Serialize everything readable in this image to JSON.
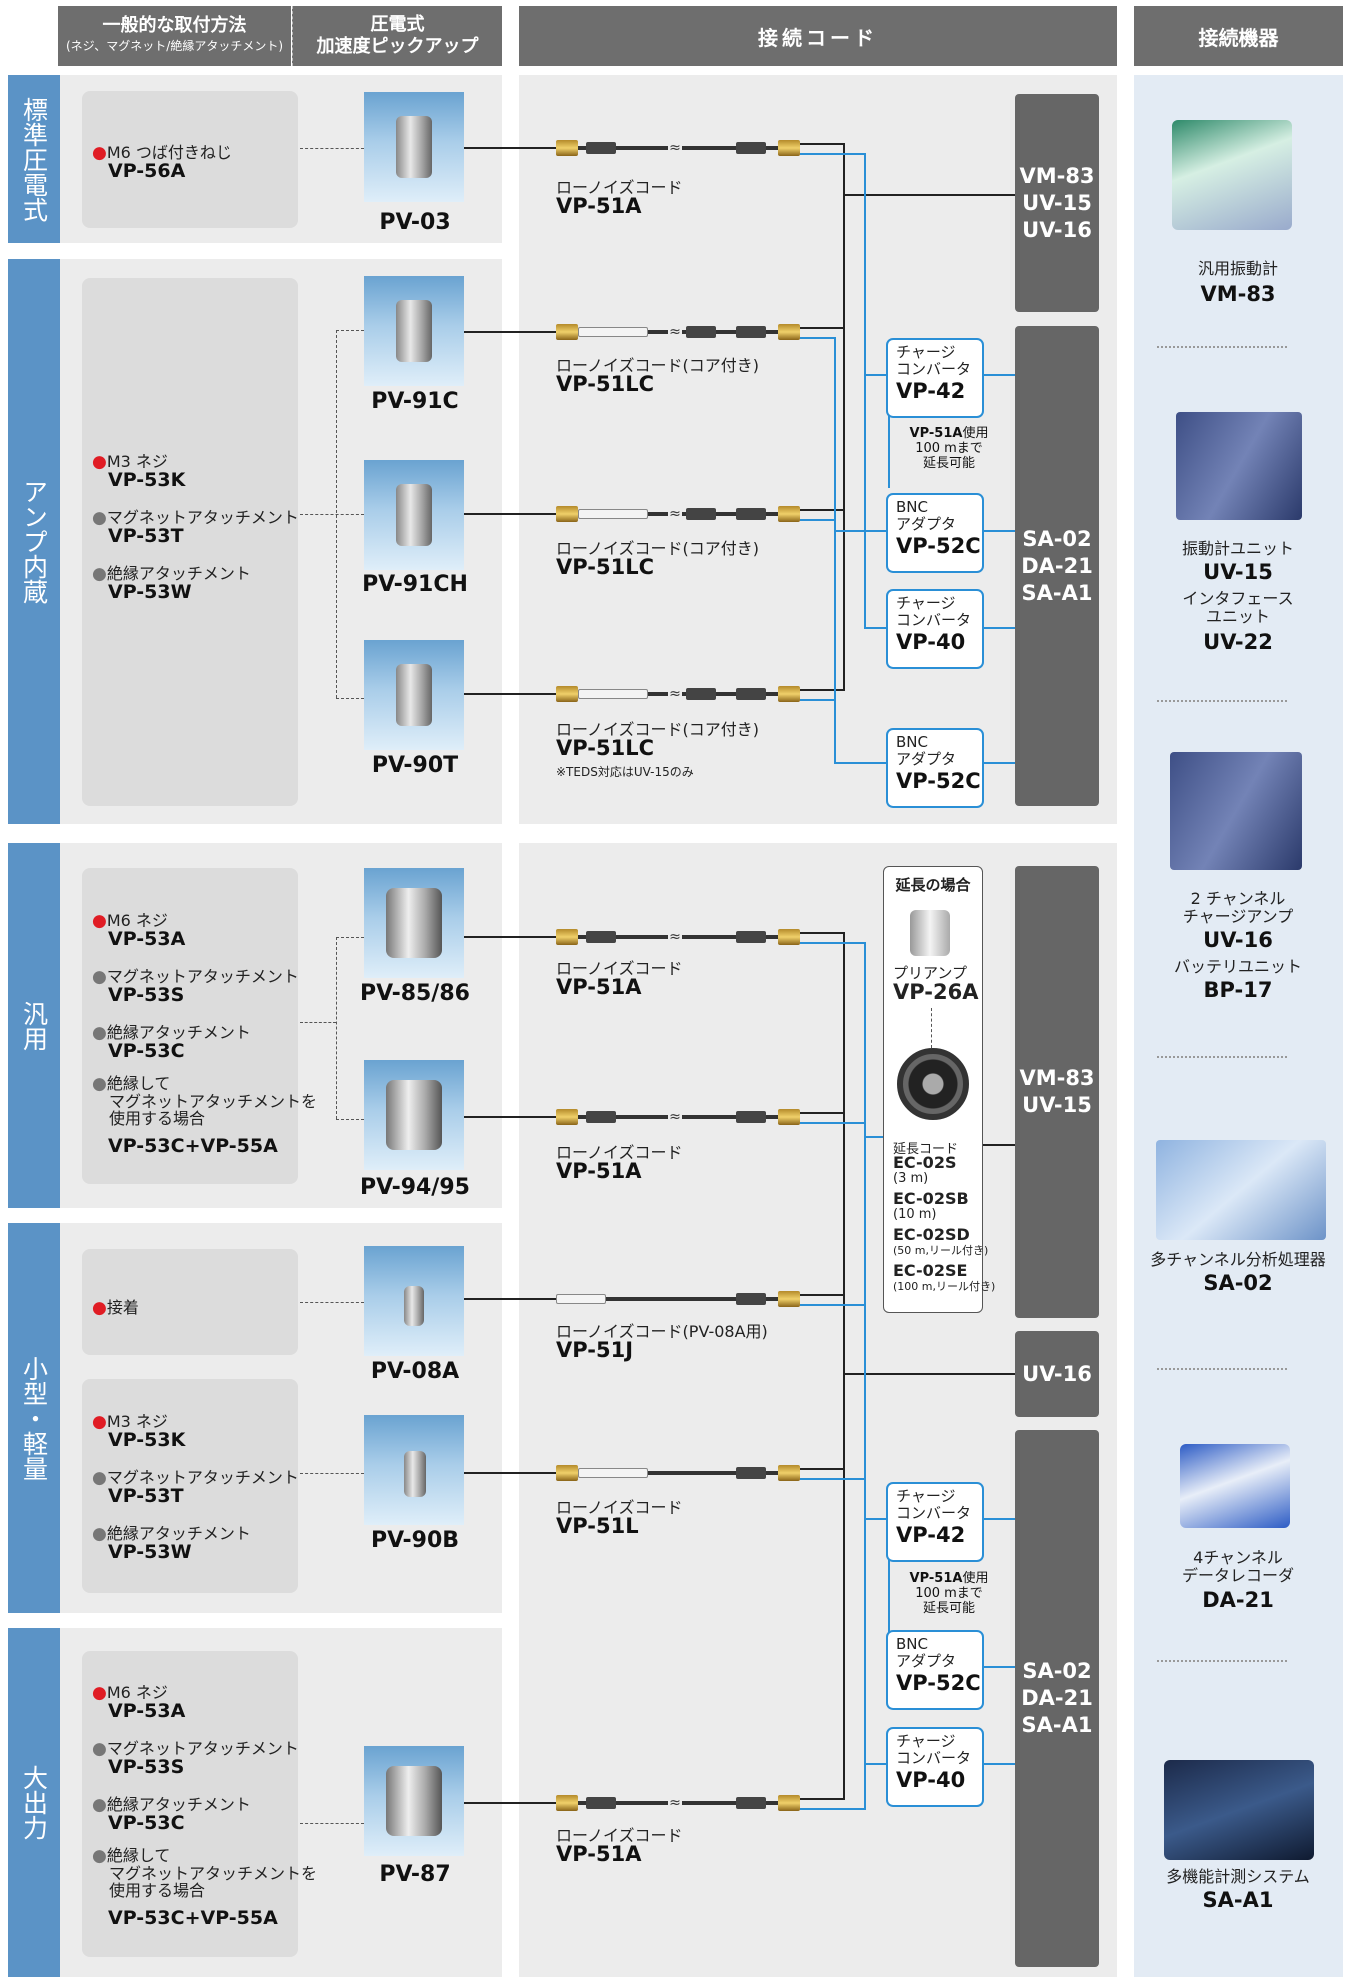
{
  "header": {
    "mount_title": "一般的な取付方法",
    "mount_sub": "(ネジ、マグネット/絶縁アタッチメント)",
    "pickup_title": "圧電式",
    "pickup_sub": "加速度ピックアップ",
    "cord": "接続コード",
    "device": "接続機器"
  },
  "categories": [
    {
      "label": "標準圧電式"
    },
    {
      "label": "アンプ内蔵"
    },
    {
      "label": "汎用"
    },
    {
      "label": "小型・軽量"
    },
    {
      "label": "大出力"
    }
  ],
  "mounts": [
    {
      "name": "M6 つば付きねじ",
      "model": "VP-56A",
      "bullet": "red"
    },
    {
      "name": "M3 ネジ",
      "model": "VP-53K",
      "bullet": "red"
    },
    {
      "name": "マグネットアタッチメント",
      "model": "VP-53T",
      "bullet": "gray"
    },
    {
      "name": "絶縁アタッチメント",
      "model": "VP-53W",
      "bullet": "gray"
    },
    {
      "name": "M6 ネジ",
      "model": "VP-53A",
      "bullet": "red"
    },
    {
      "name": "マグネットアタッチメント",
      "model": "VP-53S",
      "bullet": "gray"
    },
    {
      "name": "絶縁アタッチメント",
      "model": "VP-53C",
      "bullet": "gray"
    },
    {
      "name": "絶縁して",
      "name2": "マグネットアタッチメントを",
      "name3": "使用する場合",
      "model": "VP-53C+VP-55A",
      "bullet": "gray"
    },
    {
      "name": "接着",
      "bullet": "red"
    },
    {
      "name": "M3 ネジ",
      "model": "VP-53K",
      "bullet": "red"
    },
    {
      "name": "マグネットアタッチメント",
      "model": "VP-53T",
      "bullet": "gray"
    },
    {
      "name": "絶縁アタッチメント",
      "model": "VP-53W",
      "bullet": "gray"
    },
    {
      "name": "M6 ネジ",
      "model": "VP-53A",
      "bullet": "red"
    },
    {
      "name": "マグネットアタッチメント",
      "model": "VP-53S",
      "bullet": "gray"
    },
    {
      "name": "絶縁アタッチメント",
      "model": "VP-53C",
      "bullet": "gray"
    },
    {
      "name": "絶縁して",
      "name2": "マグネットアタッチメントを",
      "name3": "使用する場合",
      "model": "VP-53C+VP-55A",
      "bullet": "gray"
    }
  ],
  "sensors": [
    "PV-03",
    "PV-91C",
    "PV-91CH",
    "PV-90T",
    "PV-85/86",
    "PV-94/95",
    "PV-08A",
    "PV-90B",
    "PV-87"
  ],
  "cords": [
    {
      "type": "ローノイズコード",
      "model": "VP-51A"
    },
    {
      "type": "ローノイズコード(コア付き)",
      "model": "VP-51LC"
    },
    {
      "type": "ローノイズコード(コア付き)",
      "model": "VP-51LC"
    },
    {
      "type": "ローノイズコード(コア付き)",
      "model": "VP-51LC",
      "note": "※TEDS対応はUV-15のみ"
    },
    {
      "type": "ローノイズコード",
      "model": "VP-51A"
    },
    {
      "type": "ローノイズコード",
      "model": "VP-51A"
    },
    {
      "type": "ローノイズコード(PV-08A用)",
      "model": "VP-51J"
    },
    {
      "type": "ローノイズコード",
      "model": "VP-51L"
    },
    {
      "type": "ローノイズコード",
      "model": "VP-51A"
    }
  ],
  "converters": [
    {
      "t1": "チャージ",
      "t2": "コンバータ",
      "model": "VP-42"
    },
    {
      "t1": "BNC",
      "t2": "アダプタ",
      "model": "VP-52C"
    },
    {
      "t1": "チャージ",
      "t2": "コンバータ",
      "model": "VP-40"
    },
    {
      "t1": "BNC",
      "t2": "アダプタ",
      "model": "VP-52C"
    },
    {
      "t1": "チャージ",
      "t2": "コンバータ",
      "model": "VP-42"
    },
    {
      "t1": "BNC",
      "t2": "アダプタ",
      "model": "VP-52C"
    },
    {
      "t1": "チャージ",
      "t2": "コンバータ",
      "model": "VP-40"
    }
  ],
  "extnote": {
    "model": "VP-51A",
    "used": "使用",
    "l2": "100 mまで",
    "l3": "延長可能"
  },
  "extension": {
    "title": "延長の場合",
    "preamp": "プリアンプ",
    "preamp_model": "VP-26A",
    "cord": "延長コード",
    "items": [
      {
        "m": "EC-02S",
        "s": "(3 m)"
      },
      {
        "m": "EC-02SB",
        "s": "(10 m)"
      },
      {
        "m": "EC-02SD",
        "s": "(50 m,リール付き)"
      },
      {
        "m": "EC-02SE",
        "s": "(100 m,リール付き)"
      }
    ]
  },
  "dest": [
    {
      "lines": [
        "VM-83",
        "UV-15",
        "UV-16"
      ]
    },
    {
      "lines": [
        "SA-02",
        "DA-21",
        "SA-A1"
      ]
    },
    {
      "lines": [
        "VM-83",
        "UV-15"
      ]
    },
    {
      "lines": [
        "UV-16"
      ]
    },
    {
      "lines": [
        "SA-02",
        "DA-21",
        "SA-A1"
      ]
    }
  ],
  "devices": [
    {
      "name": "汎用振動計",
      "model": "VM-83"
    },
    {
      "name": "振動計ユニット",
      "model": "UV-15",
      "name2": "インタフェース",
      "name3": "ユニット",
      "model2": "UV-22"
    },
    {
      "name": "2 チャンネル",
      "name_b": "チャージアンプ",
      "model": "UV-16",
      "name2": "バッテリユニット",
      "model2": "BP-17"
    },
    {
      "name": "多チャンネル分析処理器",
      "model": "SA-02"
    },
    {
      "name": "4チャンネル",
      "name_b": "データレコーダ",
      "model": "DA-21"
    },
    {
      "name": "多機能計測システム",
      "model": "SA-A1"
    }
  ],
  "colors": {
    "category": "#5b93c6",
    "header": "#6e6e6e",
    "accent_red": "#e01c24",
    "line_blue": "#2a8fd6",
    "dest_box": "#666666"
  }
}
